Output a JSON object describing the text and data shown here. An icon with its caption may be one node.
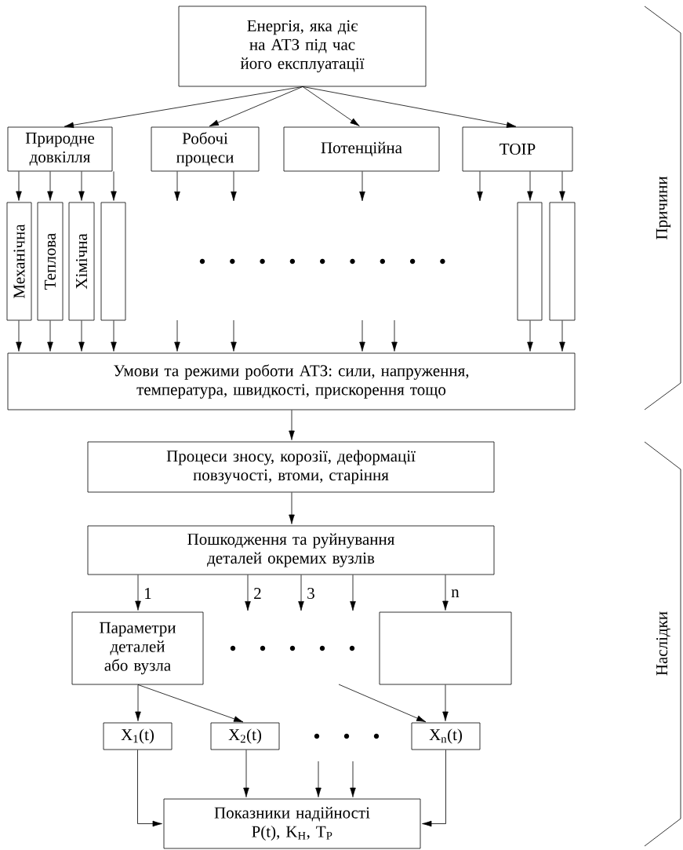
{
  "diagram": {
    "nodes": [
      {
        "text": [
          "Енергія, яка діє на АТЗ під час його експлуатації"
        ]
      },
      {
        "text": [
          "Природне довкілля"
        ]
      },
      {
        "text": [
          "Робочі процеси"
        ]
      },
      {
        "text": [
          "Потенційна"
        ]
      },
      {
        "text": [
          "ТОІР"
        ]
      },
      {
        "text": [
          "Механічна"
        ]
      },
      {
        "text": [
          "Теплова"
        ]
      },
      {
        "text": [
          "Хімічна"
        ]
      },
      {
        "text": [],
        "shape": "box"
      },
      {
        "text": [],
        "shape": "box"
      },
      {
        "text": [],
        "shape": "box"
      },
      {
        "text": [
          "Умови та режими роботи АТЗ: сили, напруження, температура, швидкості, прискорення тощо"
        ]
      },
      {
        "text": [
          "Процеси зносу, корозії, деформації повзучості, втоми, старіння"
        ]
      },
      {
        "text": [
          "Пошкодження та руйнування деталей окремих вузлів"
        ]
      },
      {
        "text": [
          "Параметри деталей або вузла"
        ]
      },
      {
        "text": [],
        "shape": "box"
      },
      {
        "text": [
          "X$_{1}$(t)"
        ]
      },
      {
        "text": [
          "X$_{2}$(t)"
        ]
      },
      {
        "text": [
          "X$_{n}$(t)"
        ]
      },
      {
        "text": [
          "Показники надійності P(t), K$_{H}$, T$_{P}$"
        ]
      }
    ],
    "edges": [
      {
        "from": 0,
        "to": 1,
        "arrow": "to"
      },
      {
        "from": 0,
        "to": 2,
        "arrow": "to"
      },
      {
        "from": 0,
        "to": 3,
        "arrow": "to"
      },
      {
        "from": 0,
        "to": 4,
        "arrow": "to"
      },
      {
        "from": 1,
        "to": 5,
        "arrow": "to"
      },
      {
        "from": 1,
        "to": 6,
        "arrow": "to"
      },
      {
        "from": 1,
        "to": 7,
        "arrow": "to"
      },
      {
        "from": 1,
        "to": 8,
        "arrow": "to"
      },
      {
        "from": 2,
        "to": null,
        "arrow": "to"
      },
      {
        "from": 2,
        "to": null,
        "arrow": "to"
      },
      {
        "from": 3,
        "to": null,
        "arrow": "to"
      },
      {
        "from": 4,
        "to": null,
        "arrow": "to"
      },
      {
        "from": 4,
        "to": 9,
        "arrow": "to"
      },
      {
        "from": 4,
        "to": 10,
        "arrow": "to"
      },
      {
        "from": 5,
        "to": 11,
        "arrow": "to"
      },
      {
        "from": 6,
        "to": 11,
        "arrow": "to"
      },
      {
        "from": 7,
        "to": 11,
        "arrow": "to"
      },
      {
        "from": 8,
        "to": 11,
        "arrow": "to"
      },
      {
        "from": null,
        "to": 11,
        "arrow": "to"
      },
      {
        "from": null,
        "to": 11,
        "arrow": "to"
      },
      {
        "from": null,
        "to": 11,
        "arrow": "to"
      },
      {
        "from": null,
        "to": 11,
        "arrow": "to"
      },
      {
        "from": 9,
        "to": 11,
        "arrow": "to"
      },
      {
        "from": 10,
        "to": 11,
        "arrow": "to"
      },
      {
        "from": 11,
        "to": 12,
        "arrow": "to"
      },
      {
        "from": 12,
        "to": 13,
        "arrow": "to"
      },
      {
        "from": 13,
        "to": 14,
        "arrow": "to",
        "label": "1"
      },
      {
        "from": 13,
        "to": null,
        "arrow": "to",
        "label": "2"
      },
      {
        "from": 13,
        "to": null,
        "arrow": "to",
        "label": "3"
      },
      {
        "from": 13,
        "to": null,
        "arrow": "to"
      },
      {
        "from": 13,
        "to": 15,
        "arrow": "to",
        "label": "n"
      },
      {
        "from": 14,
        "to": 16,
        "arrow": "to"
      },
      {
        "from": 14,
        "to": 17,
        "arrow": "to"
      },
      {
        "from": null,
        "to": 18,
        "arrow": "to"
      },
      {
        "from": 15,
        "to": 18,
        "arrow": "to"
      },
      {
        "from": 16,
        "to": 19,
        "arrow": "to"
      },
      {
        "from": 17,
        "to": 19,
        "arrow": "to"
      },
      {
        "from": null,
        "to": 19,
        "arrow": "to"
      },
      {
        "from": null,
        "to": 19,
        "arrow": "to"
      },
      {
        "from": 18,
        "to": 19,
        "arrow": "to"
      }
    ],
    "labels": [
      "Причини",
      "Наслідки"
    ]
  }
}
